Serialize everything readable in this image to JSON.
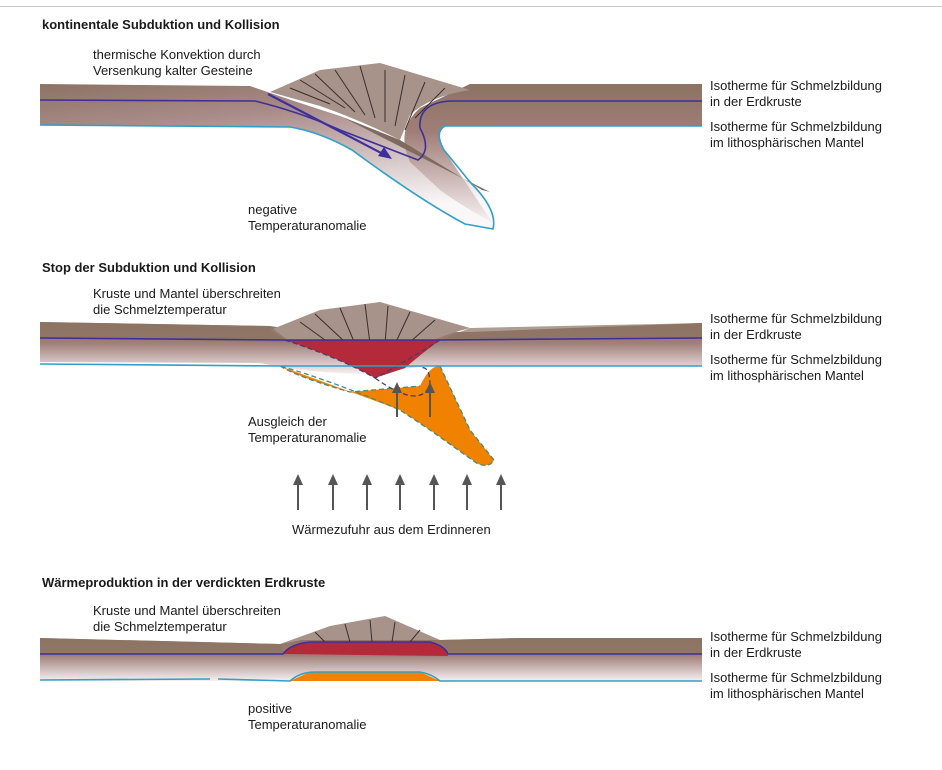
{
  "colors": {
    "crust_top": "#8c7363",
    "crust_bottom": "#ffffff",
    "mountain": "#a8938a",
    "mountain_lines": "#3a2e2a",
    "isotherm_crust": "#3d2f9c",
    "isotherm_mantle": "#2fa0c8",
    "melt_crust": "#b52a3a",
    "melt_mantle": "#f08200",
    "arrow_convection": "#3d2f9c",
    "arrow_heat": "#555555"
  },
  "panel1": {
    "title": "kontinentale Subduktion und Kollision",
    "label_convection": [
      "thermische Konvektion durch",
      "Versenkung kalter Gesteine"
    ],
    "label_anomaly": [
      "negative",
      "Temperaturanomalie"
    ],
    "label_isotherm_crust": [
      "Isotherme für Schmelzbildung",
      "in der Erdkruste"
    ],
    "label_isotherm_mantle": [
      "Isotherme für Schmelzbildung",
      "im lithosphärischen Mantel"
    ]
  },
  "panel2": {
    "title": "Stop der Subduktion und Kollision",
    "label_melt": [
      "Kruste und Mantel überschreiten",
      "die Schmelztemperatur"
    ],
    "label_balance": [
      "Ausgleich der",
      "Temperaturanomalie"
    ],
    "label_heat": "Wärmezufuhr aus dem Erdinneren",
    "label_isotherm_crust": [
      "Isotherme für Schmelzbildung",
      "in der Erdkruste"
    ],
    "label_isotherm_mantle": [
      "Isotherme für Schmelzbildung",
      "im lithosphärischen Mantel"
    ]
  },
  "panel3": {
    "title": "Wärmeproduktion in der verdickten Erdkruste",
    "label_melt": [
      "Kruste und Mantel überschreiten",
      "die Schmelztemperatur"
    ],
    "label_anomaly": [
      "positive",
      "Temperaturanomalie"
    ],
    "label_isotherm_crust": [
      "Isotherme für Schmelzbildung",
      "in der Erdkruste"
    ],
    "label_isotherm_mantle": [
      "Isotherme für Schmelzbildung",
      "im lithosphärischen Mantel"
    ]
  }
}
